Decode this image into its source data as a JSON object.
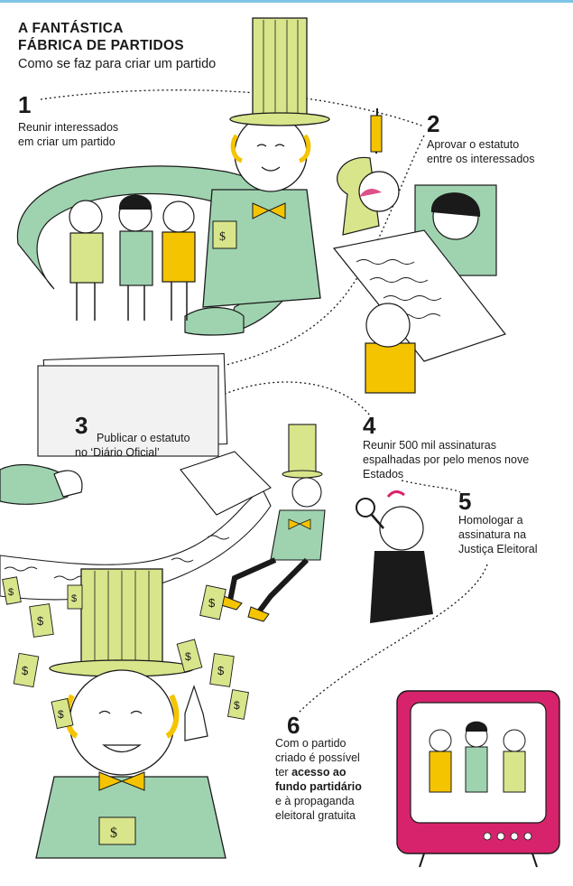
{
  "header": {
    "title_line1": "A FANTÁSTICA",
    "title_line2": "FÁBRICA DE PARTIDOS",
    "subtitle": "Como se faz para criar um partido"
  },
  "steps": [
    {
      "num": "1",
      "lines": [
        "Reunir interessados",
        "em criar um partido"
      ]
    },
    {
      "num": "2",
      "lines": [
        "Aprovar o estatuto",
        "entre os interessados"
      ]
    },
    {
      "num": "3",
      "lines": [
        "Publicar o estatuto",
        "no ‘Diário Oficial’"
      ]
    },
    {
      "num": "4",
      "lines": [
        "Reunir 500 mil assinaturas",
        "espalhadas por pelo menos nove",
        "Estados"
      ]
    },
    {
      "num": "5",
      "lines": [
        "Homologar a",
        "assinatura na",
        "Justiça Eleitoral"
      ]
    },
    {
      "num": "6",
      "lines_pre": [
        "Com o partido",
        "criado é possível",
        "ter "
      ],
      "bold1": "acesso ao",
      "bold2": "fundo partidário",
      "post": [
        "e à propaganda",
        "eleitoral gratuita"
      ]
    }
  ],
  "colors": {
    "green": "#9fd3b0",
    "lime": "#d9e58a",
    "yellow": "#f5c400",
    "tv_red": "#d7236b",
    "line": "#1a1a1a"
  },
  "icons": [
    "money-bill-icon",
    "top-hat-icon",
    "bow-tie-icon",
    "tv-icon",
    "magnifier-icon"
  ]
}
